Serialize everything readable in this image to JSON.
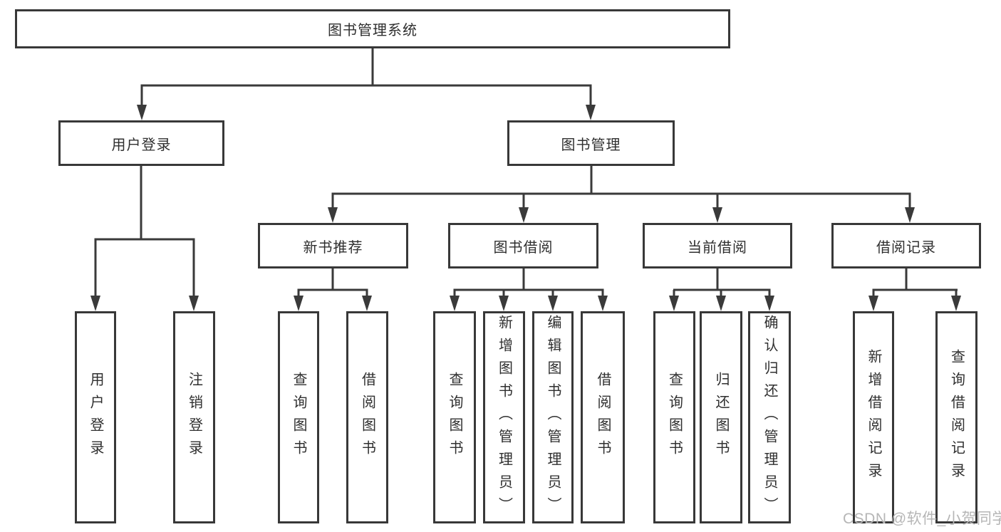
{
  "diagram_type": "hierarchy-tree",
  "nodes": {
    "root": {
      "label": "图书管理系统"
    },
    "level2": [
      {
        "label": "用户登录"
      },
      {
        "label": "图书管理"
      }
    ],
    "level3": [
      {
        "label": "新书推荐"
      },
      {
        "label": "图书借阅"
      },
      {
        "label": "当前借阅"
      },
      {
        "label": "借阅记录"
      }
    ]
  },
  "leaves": [
    {
      "label": "用户登录",
      "parent": "用户登录"
    },
    {
      "label": "注销登录",
      "parent": "用户登录"
    },
    {
      "label": "查询图书",
      "parent": "新书推荐"
    },
    {
      "label": "借阅图书",
      "parent": "新书推荐"
    },
    {
      "label": "查询图书",
      "parent": "图书借阅"
    },
    {
      "label": "新增图书（管理员）",
      "parent": "图书借阅"
    },
    {
      "label": "编辑图书（管理员）",
      "parent": "图书借阅"
    },
    {
      "label": "借阅图书",
      "parent": "图书借阅"
    },
    {
      "label": "查询图书",
      "parent": "当前借阅"
    },
    {
      "label": "归还图书",
      "parent": "当前借阅"
    },
    {
      "label": "确认归还（管理员）",
      "parent": "当前借阅"
    },
    {
      "label": "新增借阅记录",
      "parent": "借阅记录"
    },
    {
      "label": "查询借阅记录",
      "parent": "借阅记录"
    }
  ],
  "watermark": {
    "text": "CSDN @软件_小贺同学"
  },
  "colors": {
    "line": "#3a3a3a",
    "box_border": "#383838",
    "box_background": "#ffffff",
    "text": "#2f2f2f",
    "watermark": "#b6b6b6"
  }
}
